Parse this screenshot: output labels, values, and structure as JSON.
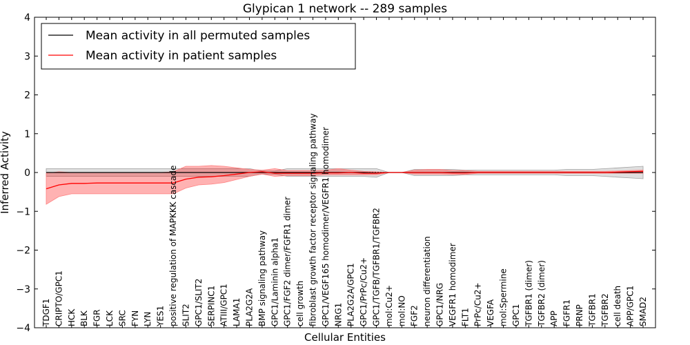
{
  "chart_data": {
    "type": "line",
    "title": "Glypican 1 network -- 289 samples",
    "xlabel": "Cellular Entities",
    "ylabel": "Inferred Activity",
    "ylim": [
      -4,
      4
    ],
    "yticks": [
      -4,
      -3,
      -2,
      -1,
      0,
      1,
      2,
      3,
      4
    ],
    "legend_position": "top-left",
    "grid": false,
    "categories": [
      "TDGF1",
      "CRIPTO/GPC1",
      "HCK",
      "BLK",
      "FGR",
      "LCK",
      "SRC",
      "FYN",
      "LYN",
      "YES1",
      "positive regulation of MAPKKK cascade",
      "SLIT2",
      "GPC1/SLIT2",
      "SERPINC1",
      "ATIII/GPC1",
      "LAMA1",
      "PLA2G2A",
      "BMP signaling pathway",
      "GPC1/Laminin alpha1",
      "GPC1/FGF2 dimer/FGFR1 dimer",
      "cell growth",
      "fibroblast growth factor receptor signaling pathway",
      "GPC1/VEGF165 homodimer/VEGFR1 homodimer",
      "NRG1",
      "PLA2G2A/GPC1",
      "GPC1/PrPc/Cu2+",
      "GPC1/TGFB/TGFBR1/TGFBR2",
      "mol:Cu2+",
      "mol:NO",
      "FGF2",
      "neuron differentiation",
      "GPC1/NRG",
      "VEGFR1 homodimer",
      "FLT1",
      "PrPc/Cu2+",
      "VEGFA",
      "mol:Spermine",
      "GPC1",
      "TGFBR1 (dimer)",
      "TGFBR2 (dimer)",
      "APP",
      "FGFR1",
      "PRNP",
      "TGFBR1",
      "TGFBR2",
      "cell death",
      "APP/GPC1",
      "SMAD2"
    ],
    "series": [
      {
        "name": "Mean activity in all permuted samples",
        "color": "#000000",
        "values": [
          0,
          0,
          0,
          0,
          0,
          0,
          0,
          0,
          0,
          0,
          0,
          0,
          0,
          0,
          0,
          0,
          0,
          0,
          0,
          0,
          0,
          0,
          0,
          0,
          0,
          0,
          -0.01,
          0,
          0,
          0,
          0,
          0,
          0,
          0,
          0,
          0,
          0,
          0,
          0,
          0,
          0,
          0,
          0,
          0,
          0,
          0,
          0,
          0
        ],
        "lower": [
          -0.1,
          -0.1,
          -0.1,
          -0.1,
          -0.1,
          -0.1,
          -0.1,
          -0.1,
          -0.1,
          -0.1,
          -0.1,
          -0.1,
          -0.1,
          -0.1,
          -0.1,
          -0.1,
          -0.1,
          -0.04,
          -0.04,
          -0.1,
          -0.1,
          -0.1,
          -0.1,
          -0.1,
          -0.1,
          -0.1,
          -0.12,
          0,
          0,
          -0.08,
          -0.08,
          -0.08,
          -0.08,
          -0.06,
          -0.06,
          -0.06,
          -0.06,
          -0.06,
          -0.06,
          -0.06,
          -0.06,
          -0.08,
          -0.08,
          -0.08,
          -0.1,
          -0.12,
          -0.14,
          -0.16
        ],
        "upper": [
          0.1,
          0.1,
          0.1,
          0.1,
          0.1,
          0.1,
          0.1,
          0.1,
          0.1,
          0.1,
          0.1,
          0.1,
          0.1,
          0.1,
          0.1,
          0.1,
          0.1,
          0.04,
          0.04,
          0.1,
          0.1,
          0.1,
          0.1,
          0.1,
          0.1,
          0.1,
          0.1,
          0,
          0,
          0.08,
          0.08,
          0.08,
          0.08,
          0.06,
          0.06,
          0.06,
          0.06,
          0.06,
          0.06,
          0.06,
          0.06,
          0.08,
          0.08,
          0.08,
          0.1,
          0.12,
          0.14,
          0.16
        ]
      },
      {
        "name": "Mean activity in patient samples",
        "color": "#ff0000",
        "values": [
          -0.42,
          -0.32,
          -0.28,
          -0.28,
          -0.27,
          -0.27,
          -0.27,
          -0.27,
          -0.27,
          -0.27,
          -0.27,
          -0.17,
          -0.12,
          -0.11,
          -0.08,
          -0.04,
          0,
          0.02,
          -0.02,
          -0.02,
          -0.02,
          -0.02,
          -0.01,
          -0.01,
          0,
          -0.02,
          -0.02,
          0,
          0,
          0,
          0,
          0,
          -0.01,
          -0.01,
          0,
          0,
          0,
          0,
          0,
          0,
          0,
          0,
          0,
          0,
          0,
          0.01,
          0.02,
          0.03
        ],
        "lower": [
          -0.82,
          -0.62,
          -0.55,
          -0.55,
          -0.55,
          -0.55,
          -0.55,
          -0.55,
          -0.55,
          -0.55,
          -0.55,
          -0.4,
          -0.32,
          -0.3,
          -0.26,
          -0.18,
          -0.1,
          -0.04,
          -0.1,
          -0.08,
          -0.08,
          -0.08,
          -0.06,
          -0.06,
          -0.06,
          -0.06,
          -0.06,
          0,
          0,
          -0.04,
          -0.04,
          -0.04,
          -0.05,
          -0.05,
          -0.02,
          -0.02,
          -0.02,
          -0.02,
          -0.02,
          -0.02,
          -0.02,
          -0.02,
          -0.02,
          -0.02,
          -0.02,
          -0.02,
          -0.02,
          -0.02
        ],
        "upper": [
          -0.02,
          0.02,
          0,
          0,
          0,
          0,
          0,
          0,
          0,
          0,
          0.02,
          0.16,
          0.16,
          0.18,
          0.16,
          0.12,
          0.08,
          0.06,
          0.1,
          0.05,
          0.05,
          0.05,
          0.06,
          0.1,
          0.06,
          0.03,
          0.02,
          0,
          0,
          0.06,
          0.08,
          0.08,
          0.05,
          0.05,
          0.03,
          0.03,
          0.03,
          0.03,
          0.03,
          0.03,
          0.03,
          0.03,
          0.03,
          0.03,
          0.03,
          0.04,
          0.05,
          0.06
        ]
      }
    ]
  }
}
